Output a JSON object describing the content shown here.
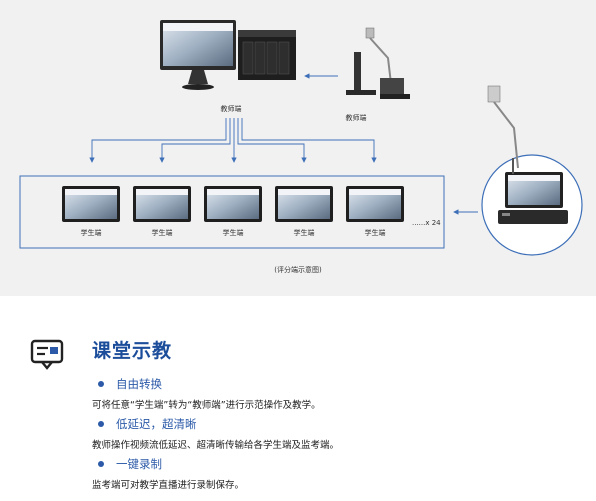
{
  "diagram": {
    "teacher_label": "教师端",
    "teacher_label_right": "教师端",
    "student_labels": [
      "学生端",
      "学生端",
      "学生端",
      "学生端",
      "学生端"
    ],
    "more_label": "......x 24",
    "caption": "(评分端示意图)"
  },
  "feature": {
    "icon": "presentation-screen-icon",
    "title": "课堂示教",
    "items": [
      {
        "title": "自由转换",
        "desc": "可将任意“学生端”转为“教师端”进行示范操作及教学。"
      },
      {
        "title": "低延迟，超清晰",
        "desc": "教师操作视频流低延迟、超清晰传输给各学生端及监考端。"
      },
      {
        "title": "一键录制",
        "desc": "监考端可对教学直播进行录制保存。"
      }
    ]
  },
  "colors": {
    "accent": "#2c5aa8",
    "heading": "#1c4d9b",
    "line": "#3d6fb8"
  }
}
